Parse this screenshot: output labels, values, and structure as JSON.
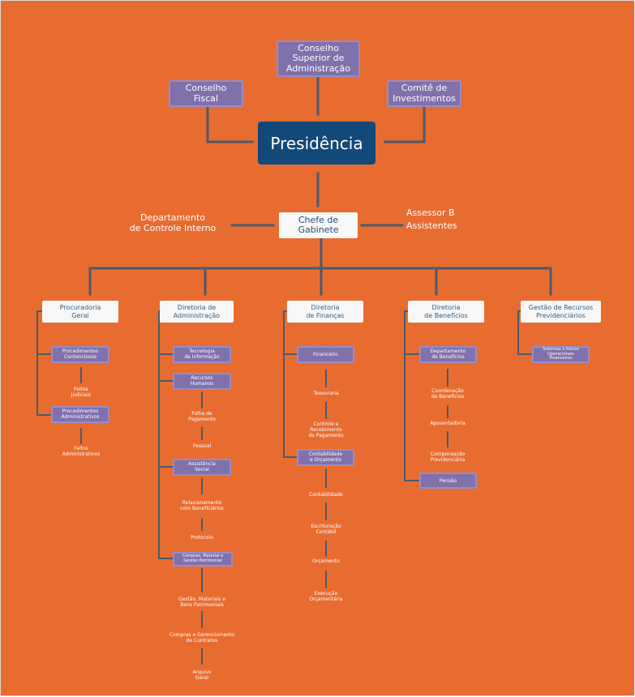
{
  "top": {
    "conselho_superior": "Conselho\nSuperior de\nAdministração",
    "conselho_fiscal": "Conselho\nFiscal",
    "comite": "Comitê de\nInvestimentos",
    "presidencia": "Presidência"
  },
  "gabinete": {
    "chefe": "Chefe de\nGabinete",
    "controle_interno": "Departamento\nde Controle Interno",
    "assessor": "Assessor B\nAssistentes"
  },
  "procuradoria": {
    "title": "Procuradoria\nGeral",
    "proc_contenciosos": "Procedimentos\nContenciosos",
    "feitos_judiciais": "Feitos\nJudiciais",
    "proc_administrativos": "Procedimentos\nAdministrativos",
    "feitos_administrativos": "Feitos\nAdministrativos"
  },
  "administracao": {
    "title": "Diretoria de\nAdministração",
    "tecnologia": "Tecnologia\nda Informação",
    "recursos_humanos": "Recursos\nHumanos",
    "folha": "Folha de\nPagamento",
    "pessoal": "Pessoal",
    "assistencia": "Assistência\nSocial",
    "relacionamento": "Relacionamento\ncom Beneficiários",
    "protocolo": "Protocolo",
    "compras": "Compras, Material e\nGestão Patrimonial",
    "gestao_materiais": "Gestão, Materiais e\nBens Patrimoniais",
    "compras_contratos": "Compras e Gerenciamento\nde Contratos",
    "arquivo": "Arquivo\nGeral"
  },
  "financas": {
    "title": "Diretoria\nde Finanças",
    "financeiro": "Financeiro",
    "tesouraria": "Tesouraria",
    "controle_recebimento": "Controle e\nRecebimento\nde Pagamento",
    "contabilidade_orcamento": "Contabilidade\ne Orçamento",
    "contabilidade": "Contabilidade",
    "escrituracao": "Escrituração\nContábil",
    "orcamento": "Orçamento",
    "execucao": "Execução\nOrçamentária"
  },
  "beneficios": {
    "title": "Diretoria\nde Benefícios",
    "departamento": "Departamento\nde Benefícios",
    "coordenacao": "Coordenação\nde Benefícios",
    "aposentadoria": "Aposentadoria",
    "compensacao": "Compensação\nPrevidenciária",
    "pensao": "Pensão"
  },
  "recursos": {
    "title": "Gestão de Recursos\nPrevidenciários",
    "sistemas": "Sistemas e Riscos\nOperacionais\nFinanceiros"
  },
  "colors": {
    "background": "#E86C30",
    "purple_box": "#8070AC",
    "navy_box": "#124979",
    "white_box": "#F7F7F7",
    "connector": "#4A5A6E"
  }
}
